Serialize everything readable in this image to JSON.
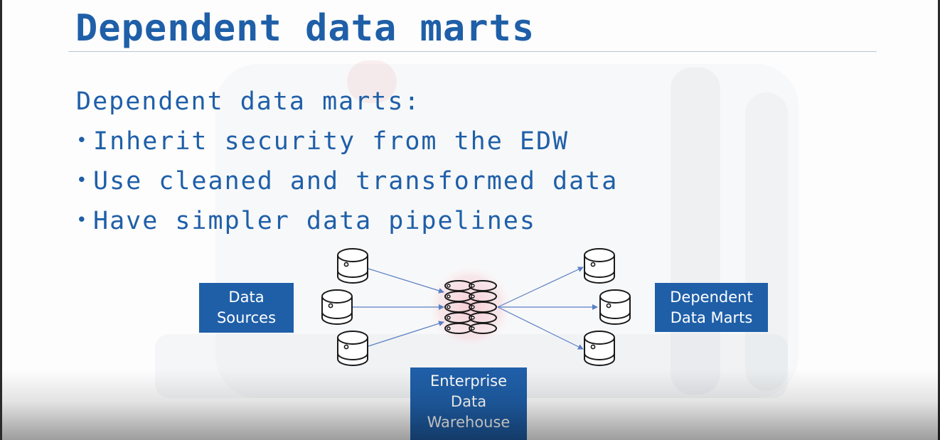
{
  "slide": {
    "title": "Dependent data marts",
    "intro": "Dependent data marts:",
    "bullets": [
      "Inherit security from the EDW",
      "Use cleaned and transformed data",
      "Have simpler data pipelines"
    ]
  },
  "diagram": {
    "sources_label_line1": "Data",
    "sources_label_line2": "Sources",
    "marts_label_line1": "Dependent",
    "marts_label_line2": "Data Marts",
    "edw_label_line1": "Enterprise",
    "edw_label_line2": "Data",
    "edw_label_line3": "Warehouse"
  },
  "colors": {
    "accent": "#1f5fa8",
    "arrow": "#5a7fc4",
    "glow": "#f4c7cf"
  }
}
